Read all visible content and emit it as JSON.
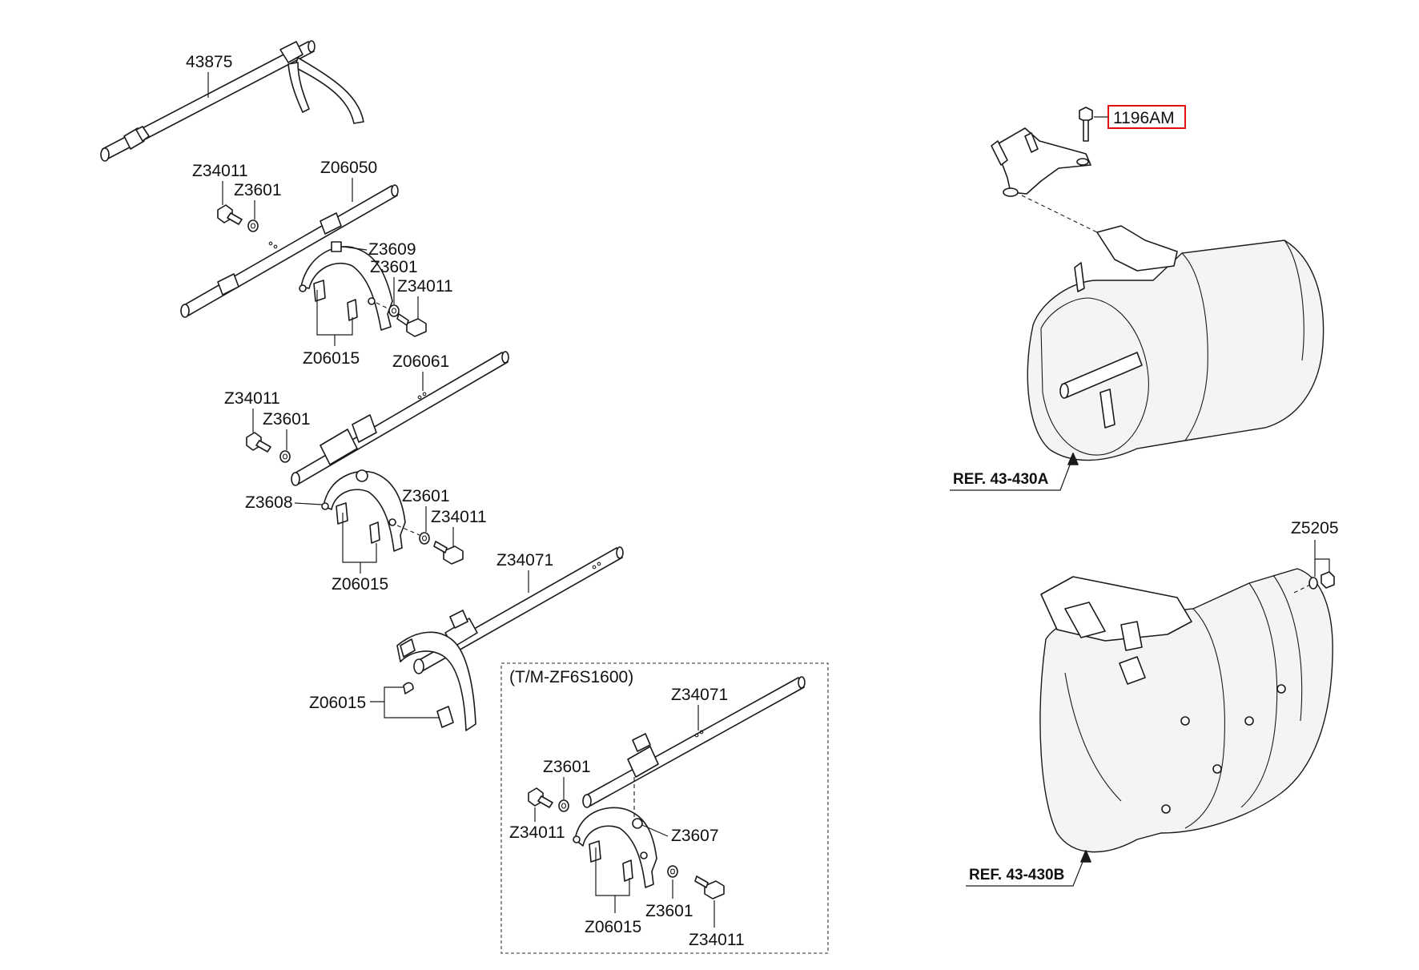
{
  "labels": {
    "p43875": "43875",
    "z06050": "Z06050",
    "z34011_a": "Z34011",
    "z3601_a": "Z3601",
    "z3609": "Z3609",
    "z3601_b": "Z3601",
    "z34011_b": "Z34011",
    "z06015_a": "Z06015",
    "z06061": "Z06061",
    "z34011_c": "Z34011",
    "z3601_c": "Z3601",
    "z3608": "Z3608",
    "z3601_d": "Z3601",
    "z34011_d": "Z34011",
    "z06015_b": "Z06015",
    "z34071_a": "Z34071",
    "z06015_c": "Z06015",
    "box_title": "(T/M-ZF6S1600)",
    "z34071_b": "Z34071",
    "z3601_e": "Z3601",
    "z34011_e": "Z34011",
    "z3607": "Z3607",
    "z06015_d": "Z06015",
    "z3601_f": "Z3601",
    "z34011_f": "Z34011",
    "p1196am": "1196AM",
    "ref_a": "REF. 43-430A",
    "z5205": "Z5205",
    "ref_b": "REF. 43-430B"
  },
  "highlight_color": "#e01010"
}
